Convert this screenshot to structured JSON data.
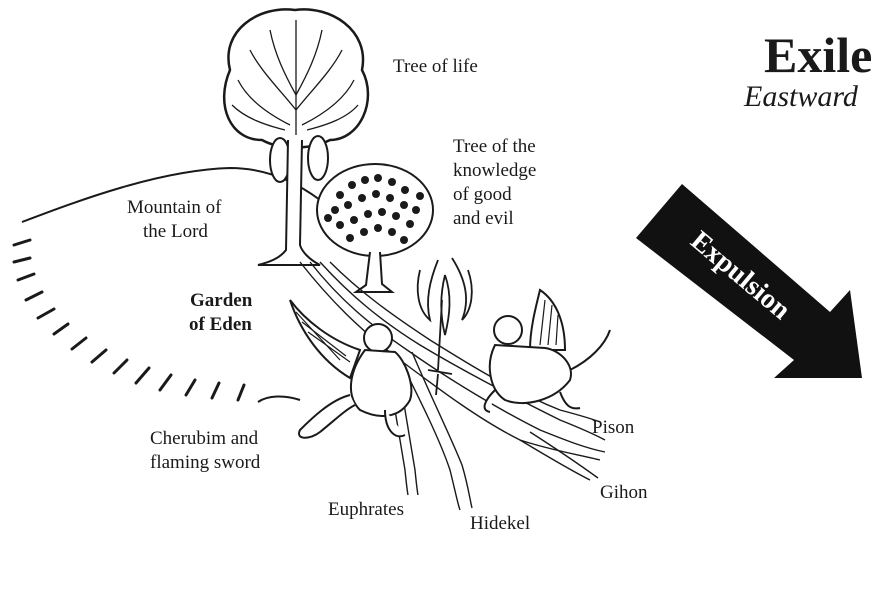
{
  "title": "Exile",
  "subtitle": "Eastward",
  "arrow_label": "Expulsion",
  "labels": {
    "tree_of_life": "Tree of life",
    "tree_knowledge": [
      "Tree of the",
      "knowledge",
      "of good",
      "and evil"
    ],
    "mountain": [
      "Mountain of",
      "the Lord"
    ],
    "garden": [
      "Garden",
      "of Eden"
    ],
    "cherubim": [
      "Cherubim and",
      "flaming sword"
    ],
    "pison": "Pison",
    "gihon": "Gihon",
    "euphrates": "Euphrates",
    "hidekel": "Hidekel"
  },
  "icons": [
    "tree-of-life-icon",
    "tree-of-knowledge-icon",
    "cherub-icon",
    "flaming-sword-icon",
    "river-icon",
    "mountain-icon",
    "arrow-icon"
  ],
  "colors": {
    "ink": "#1a1a1a",
    "background": "#ffffff"
  }
}
